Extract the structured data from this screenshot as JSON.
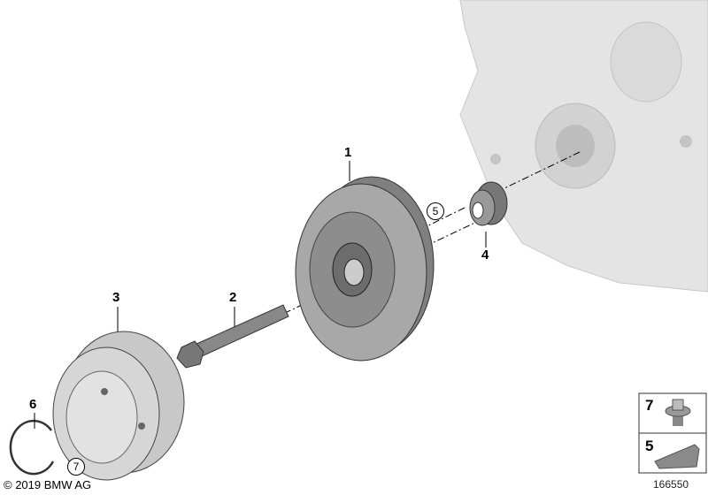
{
  "callouts": {
    "p1": "1",
    "p2": "2",
    "p3": "3",
    "p4": "4",
    "p5": "5",
    "p6": "6",
    "p7": "7"
  },
  "legend": {
    "items": [
      {
        "number": "7",
        "part": "bolt-icon"
      },
      {
        "number": "5",
        "part": "woodruff-key-icon"
      }
    ]
  },
  "footer": {
    "copyright": "© 2019 BMW AG",
    "diagram_number": "166550"
  }
}
